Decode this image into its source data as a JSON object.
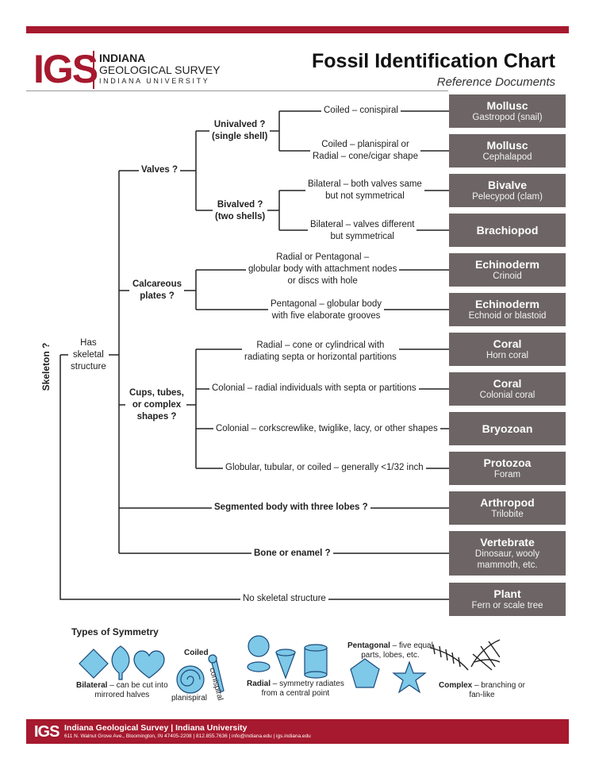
{
  "header": {
    "logo": "IGS",
    "org_line1": "INDIANA",
    "org_line2": "GEOLOGICAL SURVEY",
    "org_line3": "INDIANA UNIVERSITY",
    "title": "Fossil Identification Chart",
    "subtitle": "Reference Documents"
  },
  "tree": {
    "root": "Skeleton ?",
    "has_skeletal": [
      "Has",
      "skeletal",
      "structure"
    ],
    "valves": "Valves ?",
    "univalved": [
      "Univalved ?",
      "(single shell)"
    ],
    "bivalved": [
      "Bivalved ?",
      "(two shells)"
    ],
    "calcareous": [
      "Calcareous",
      "plates ?"
    ],
    "cups": [
      "Cups, tubes,",
      "or complex",
      "shapes ?"
    ],
    "segmented": "Segmented body with three lobes ?",
    "bone": "Bone or enamel ?",
    "no_skeletal": "No skeletal structure",
    "descriptions": [
      [
        "Coiled – conispiral"
      ],
      [
        "Coiled – planispiral or",
        "Radial – cone/cigar shape"
      ],
      [
        "Bilateral – both valves same",
        "but not symmetrical"
      ],
      [
        "Bilateral – valves different",
        "but symmetrical"
      ],
      [
        "Radial or Pentagonal –",
        "globular body with attachment nodes",
        "or discs with hole"
      ],
      [
        "Pentagonal – globular body",
        "with five elaborate grooves"
      ],
      [
        "Radial – cone or cylindrical with",
        "radiating septa  or horizontal partitions"
      ],
      [
        "Colonial – radial individuals with septa or partitions"
      ],
      [
        "Colonial – corkscrewlike, twiglike, lacy, or other shapes"
      ],
      [
        "Globular, tubular, or coiled – generally <1/32 inch"
      ]
    ]
  },
  "results": [
    {
      "name": "Mollusc",
      "sub": [
        "Gastropod (snail)"
      ]
    },
    {
      "name": "Mollusc",
      "sub": [
        "Cephalapod"
      ]
    },
    {
      "name": "Bivalve",
      "sub": [
        "Pelecypod (clam)"
      ]
    },
    {
      "name": "Brachiopod",
      "sub": []
    },
    {
      "name": "Echinoderm",
      "sub": [
        "Crinoid"
      ]
    },
    {
      "name": "Echinoderm",
      "sub": [
        "Echnoid or blastoid"
      ]
    },
    {
      "name": "Coral",
      "sub": [
        "Horn coral"
      ]
    },
    {
      "name": "Coral",
      "sub": [
        "Colonial coral"
      ]
    },
    {
      "name": "Bryozoan",
      "sub": []
    },
    {
      "name": "Protozoa",
      "sub": [
        "Foram"
      ]
    },
    {
      "name": "Arthropod",
      "sub": [
        "Trilobite"
      ]
    },
    {
      "name": "Vertebrate",
      "sub": [
        "Dinosaur, wooly",
        "mammoth, etc."
      ]
    },
    {
      "name": "Plant",
      "sub": [
        "Fern or scale tree"
      ]
    }
  ],
  "symmetry": {
    "title": "Types of Symmetry",
    "bilateral_bold": "Bilateral",
    "bilateral_rest": " – can be cut into",
    "bilateral_line2": "mirrored halves",
    "coiled": "Coiled",
    "conispiral": "conispiral",
    "planispiral": "planispiral",
    "radial_bold": "Radial",
    "radial_rest": " – symmetry radiates",
    "radial_line2": "from a central point",
    "pentagonal_bold": "Pentagonal",
    "pentagonal_rest": " – five equal",
    "pentagonal_line2": "parts, lobes, etc.",
    "complex_bold": "Complex",
    "complex_rest": " – branching or",
    "complex_line2": "fan-like"
  },
  "footer": {
    "logo": "IGS",
    "line1": "Indiana Geological Survey | Indiana University",
    "line2": "611 N. Walnut Grove Ave., Bloomington, IN 47405-2208 | 812.855.7636 | info@indiana.edu | igs.indiana.edu"
  },
  "colors": {
    "brand": "#a6192e",
    "box": "#6d6565",
    "line": "#222222"
  }
}
